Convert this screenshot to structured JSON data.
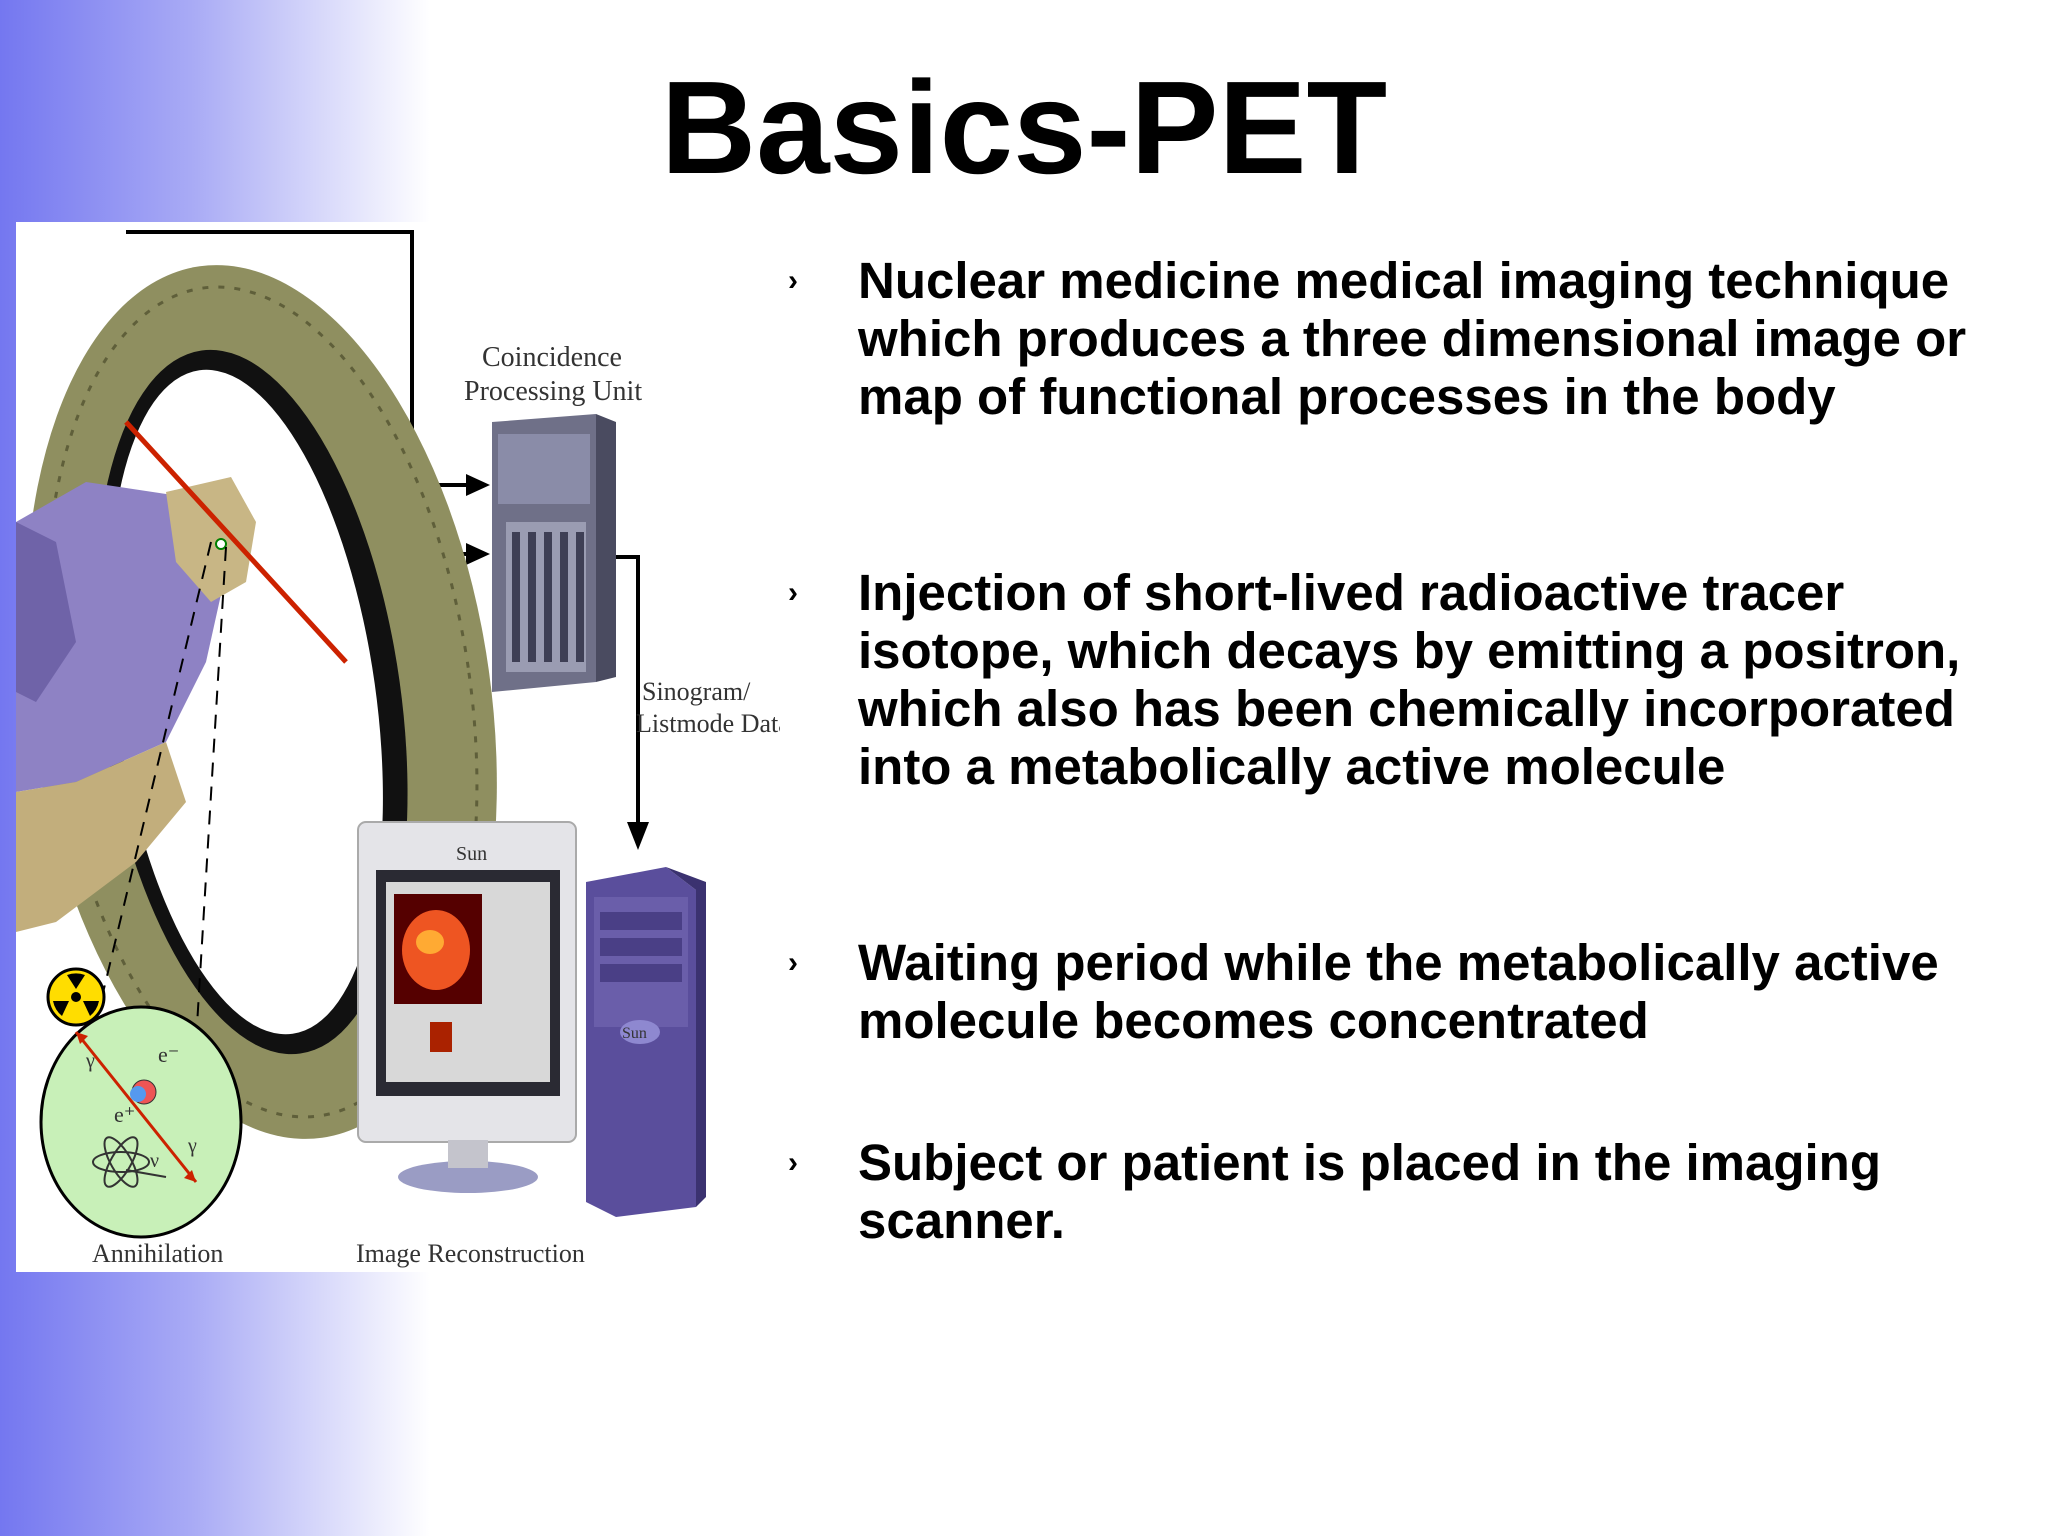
{
  "slide": {
    "title": "Basics-PET",
    "bullet_marker": "›",
    "bullets": [
      "Nuclear medicine medical imaging technique which produces a three dimensional image or map of functional processes in the body",
      "Injection of short-lived radioactive tracer isotope, which decays by emitting a positron, which also has been chemically incorporated into a metabolically active molecule",
      "Waiting period while the metabolically active molecule becomes concentrated",
      "Subject or patient is placed in the imaging scanner."
    ]
  },
  "figure": {
    "label_coincidence_1": "Coincidence",
    "label_coincidence_2": "Processing Unit",
    "label_sinogram_1": "Sinogram/",
    "label_sinogram_2": "Listmode Data",
    "label_annihilation": "Annihilation",
    "label_reconstruction": "Image Reconstruction",
    "brand": "Sun",
    "particle_e_minus": "e⁻",
    "particle_e_plus": "e⁺",
    "particle_gamma": "γ",
    "particle_nu": "ν"
  },
  "colors": {
    "background_left": "#7b7ef2",
    "title": "#000000",
    "ring": "#9a9a6a",
    "gamma_line": "#cc2200",
    "annihilation_bg": "#c8f0b8"
  }
}
